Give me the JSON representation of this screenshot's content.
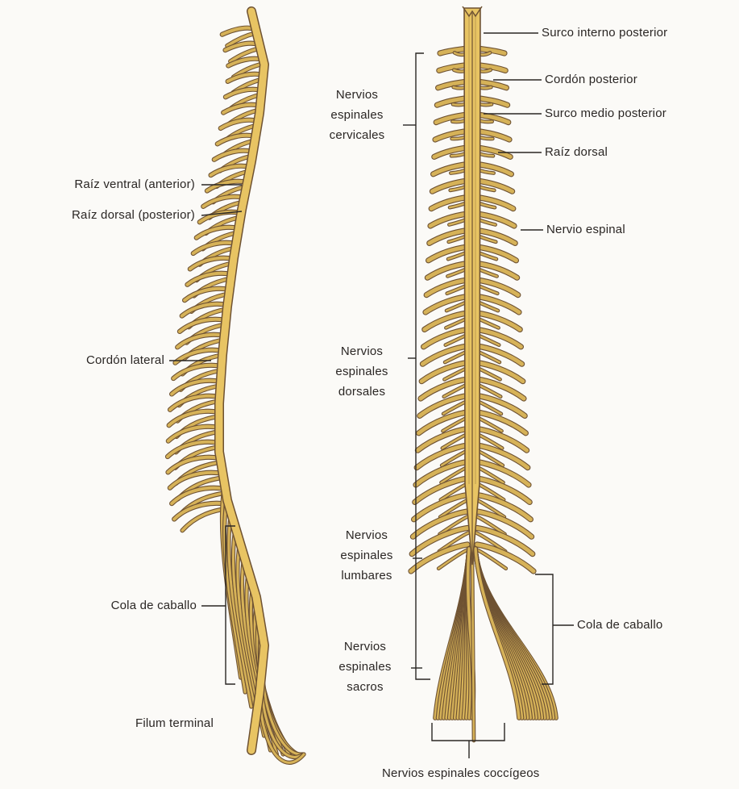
{
  "lateral_view": {
    "raiz_ventral": "Raíz ventral (anterior)",
    "raiz_dorsal": "Raíz dorsal (posterior)",
    "cordon_lateral": "Cordón lateral",
    "cola_caballo": "Cola de caballo",
    "filum_terminal": "Filum terminal"
  },
  "posterior_view": {
    "surco_interno": "Surco interno posterior",
    "cordon_posterior": "Cordón posterior",
    "surco_medio": "Surco medio posterior",
    "raiz_dorsal": "Raíz dorsal",
    "nervio_espinal": "Nervio espinal",
    "cola_caballo": "Cola de caballo",
    "cervicales": [
      "Nervios",
      "espinales",
      "cervicales"
    ],
    "dorsales": [
      "Nervios",
      "espinales",
      "dorsales"
    ],
    "lumbares": [
      "Nervios",
      "espinales",
      "lumbares"
    ],
    "sacros": [
      "Nervios",
      "espinales",
      "sacros"
    ],
    "coccigeos": "Nervios espinales coccígeos"
  },
  "colors": {
    "cord": "#e8c463",
    "nerve": "#d6b258",
    "outline": "#6e5233",
    "leader": "#2a2624"
  }
}
